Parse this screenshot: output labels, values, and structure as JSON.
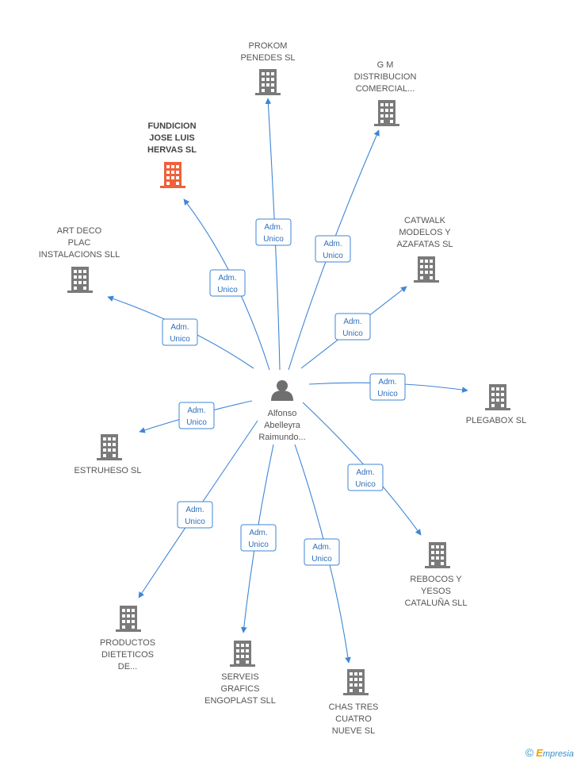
{
  "center": {
    "name_lines": [
      "Alfonso",
      "Abelleyra",
      "Raimundo..."
    ],
    "icon": "person-icon"
  },
  "colors": {
    "accent": "#3f86d6",
    "building": "#7a7a7a",
    "building_highlight": "#f0603a",
    "text": "#555555"
  },
  "relation_label": [
    "Adm.",
    "Unico"
  ],
  "companies": [
    {
      "id": "prokom",
      "lines": [
        "PROKOM",
        "PENEDES SL"
      ],
      "highlight": false,
      "relation": [
        "Adm.",
        "Unico"
      ]
    },
    {
      "id": "gm",
      "lines": [
        "G M",
        "DISTRIBUCION",
        "COMERCIAL..."
      ],
      "highlight": false,
      "relation": [
        "Adm.",
        "Unico"
      ]
    },
    {
      "id": "fundicion",
      "lines": [
        "FUNDICION",
        "JOSE LUIS",
        "HERVAS SL"
      ],
      "highlight": true,
      "relation": [
        "Adm.",
        "Unico"
      ]
    },
    {
      "id": "artdeco",
      "lines": [
        "ART DECO",
        "PLAC",
        "INSTALACIONS SLL"
      ],
      "highlight": false,
      "relation": [
        "Adm.",
        "Unico"
      ]
    },
    {
      "id": "catwalk",
      "lines": [
        "CATWALK",
        "MODELOS Y",
        "AZAFATAS SL"
      ],
      "highlight": false,
      "relation": [
        "Adm.",
        "Unico"
      ]
    },
    {
      "id": "plegabox",
      "lines": [
        "PLEGABOX SL"
      ],
      "highlight": false,
      "relation": [
        "Adm.",
        "Unico"
      ]
    },
    {
      "id": "estruheso",
      "lines": [
        "ESTRUHESO SL"
      ],
      "highlight": false,
      "relation": [
        "Adm.",
        "Unico"
      ]
    },
    {
      "id": "rebocos",
      "lines": [
        "REBOCOS Y",
        "YESOS",
        "CATALUÑA SLL"
      ],
      "highlight": false,
      "relation": [
        "Adm.",
        "Unico"
      ]
    },
    {
      "id": "productos",
      "lines": [
        "PRODUCTOS",
        "DIETETICOS",
        "DE..."
      ],
      "highlight": false,
      "relation": [
        "Adm.",
        "Unico"
      ]
    },
    {
      "id": "serveis",
      "lines": [
        "SERVEIS",
        "GRAFICS",
        "ENGOPLAST SLL"
      ],
      "highlight": false,
      "relation": [
        "Adm.",
        "Unico"
      ]
    },
    {
      "id": "chas",
      "lines": [
        "CHAS TRES",
        "CUATRO",
        "NUEVE SL"
      ],
      "highlight": false,
      "relation": [
        "Adm.",
        "Unico"
      ]
    }
  ],
  "footer": {
    "copyright": "©",
    "brand_e": "E",
    "brand_rest": "mpresia"
  }
}
